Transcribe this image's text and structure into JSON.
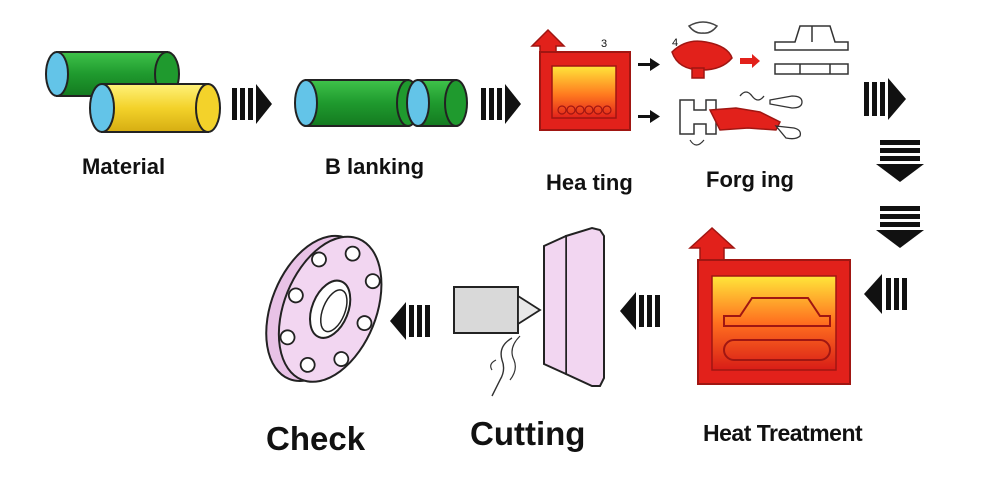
{
  "steps": {
    "material": "Material",
    "blanking": "B lanking",
    "heating": "Hea ting",
    "forging": "Forg ing",
    "heat_treatment": "Heat Treatment",
    "cutting": "Cutting",
    "check": "Check"
  },
  "annotations": {
    "die_number_3": "3",
    "die_number_4": "4"
  },
  "colors": {
    "green": "#1f9a2e",
    "yellow": "#f3d22a",
    "cyan": "#63c4e8",
    "red": "#e2211b",
    "dark_red": "#a01612",
    "lilac": "#f2d6f1",
    "gray": "#d9d9d9",
    "arrow": "#111111"
  }
}
